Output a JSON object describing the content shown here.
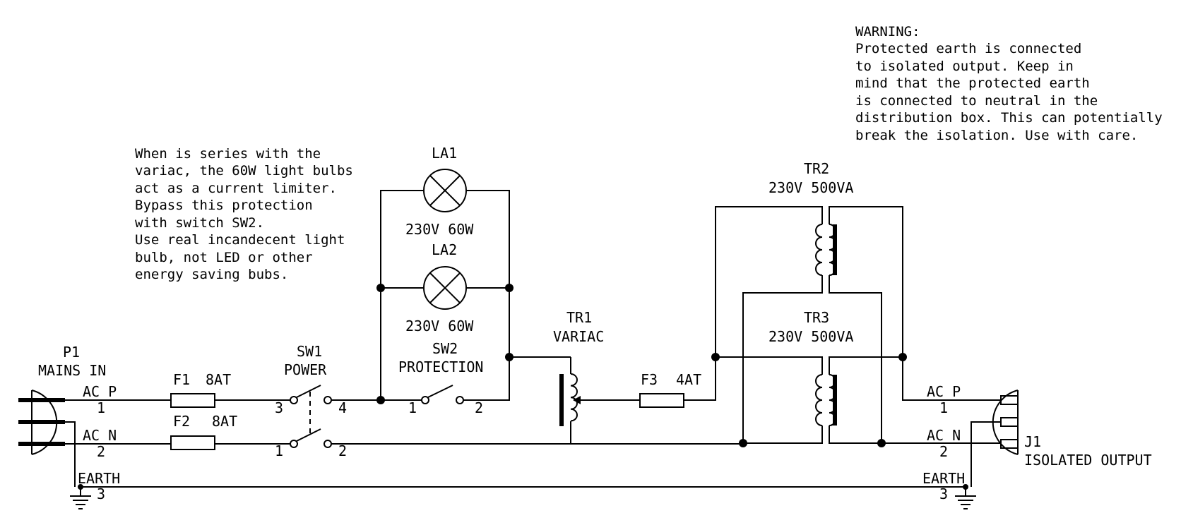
{
  "notes": {
    "current_limiter": [
      "When is series with the",
      "variac, the 60W light bulbs",
      "act as a current limiter.",
      "Bypass this protection",
      "with switch SW2.",
      "Use real incandecent light",
      "bulb, not LED or other",
      "energy saving bubs."
    ],
    "warning": [
      "WARNING:",
      "Protected earth is connected",
      "to isolated output. Keep in",
      "mind that the protected earth",
      "is connected to neutral in the",
      "distribution box. This can potentially",
      "break the isolation. Use with care."
    ]
  },
  "p1": {
    "ref": "P1",
    "name": "MAINS IN",
    "pins": [
      {
        "label": "AC_P",
        "num": "1"
      },
      {
        "label": "AC_N",
        "num": "2"
      },
      {
        "label": "EARTH",
        "num": "3"
      }
    ]
  },
  "j1": {
    "ref": "J1",
    "name": "ISOLATED OUTPUT",
    "pins": [
      {
        "label": "AC_P",
        "num": "1"
      },
      {
        "label": "AC_N",
        "num": "2"
      },
      {
        "label": "EARTH",
        "num": "3"
      }
    ]
  },
  "f1": {
    "ref": "F1",
    "value": "8AT"
  },
  "f2": {
    "ref": "F2",
    "value": "8AT"
  },
  "f3": {
    "ref": "F3",
    "value": "4AT"
  },
  "sw1": {
    "ref": "SW1",
    "name": "POWER",
    "pins": [
      "3",
      "4",
      "1",
      "2"
    ]
  },
  "sw2": {
    "ref": "SW2",
    "name": "PROTECTION",
    "pins": [
      "1",
      "2"
    ]
  },
  "la1": {
    "ref": "LA1",
    "value": "230V 60W"
  },
  "la2": {
    "ref": "LA2",
    "value": "230V 60W"
  },
  "tr1": {
    "ref": "TR1",
    "name": "VARIAC"
  },
  "tr2": {
    "ref": "TR2",
    "value": "230V 500VA"
  },
  "tr3": {
    "ref": "TR3",
    "value": "230V 500VA"
  }
}
